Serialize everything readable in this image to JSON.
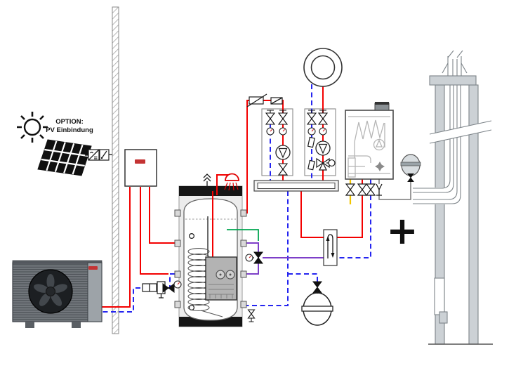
{
  "diagram": {
    "title_label": {
      "line1": "OPTION:",
      "line2": "PV Einbindung"
    },
    "plus_sign": "+",
    "palette": {
      "flow_pipe": "#f30000",
      "return_pipe": "#2525f0",
      "hot_water_pipe": "#00a651",
      "mixed_circuit_pipe": "#7d3fc8",
      "gas_pipe": "#f2c500",
      "neutral_pipe": "#787878",
      "brand_mark": "#c43333",
      "outline": "#1a1a1a",
      "chimney_fill": "#ccd1d5",
      "heat_pump_body": "#72777c",
      "tank_band": "#161616",
      "tank_module_fill": "#b3b3b3"
    },
    "components": {
      "sun_icon": "sun",
      "pv_panel": "photovoltaic panel",
      "pv_inverter": "inverter and switch",
      "wall": "building wall",
      "heat_pump": "outdoor heat pump unit",
      "controller": "indoor hydraulic unit",
      "buffer_tank": "storage tank with coil and fresh water module",
      "shower_icon": "shower head",
      "air_vent_icon": "automatic air vent",
      "pump_group_left": "radiator circuit pump group",
      "pump_group_right": "mixed circuit pump group",
      "floor_heating_circle": "underfloor heating circuit",
      "manifold": "heating circuit manifold",
      "hydraulic_separator": "hydraulic separator",
      "boiler": "wall mounted gas boiler",
      "boiler_expansion_vessel": "boiler expansion vessel",
      "heating_expansion_vessel": "heating expansion vessel",
      "filter_assembly": "shut-off and dirt separator group",
      "mixing_valve": "thermostatic mixing valve",
      "drain_valve": "drain valve",
      "chimney": "chimney flue system",
      "plus_symbol": "plus sign"
    }
  }
}
